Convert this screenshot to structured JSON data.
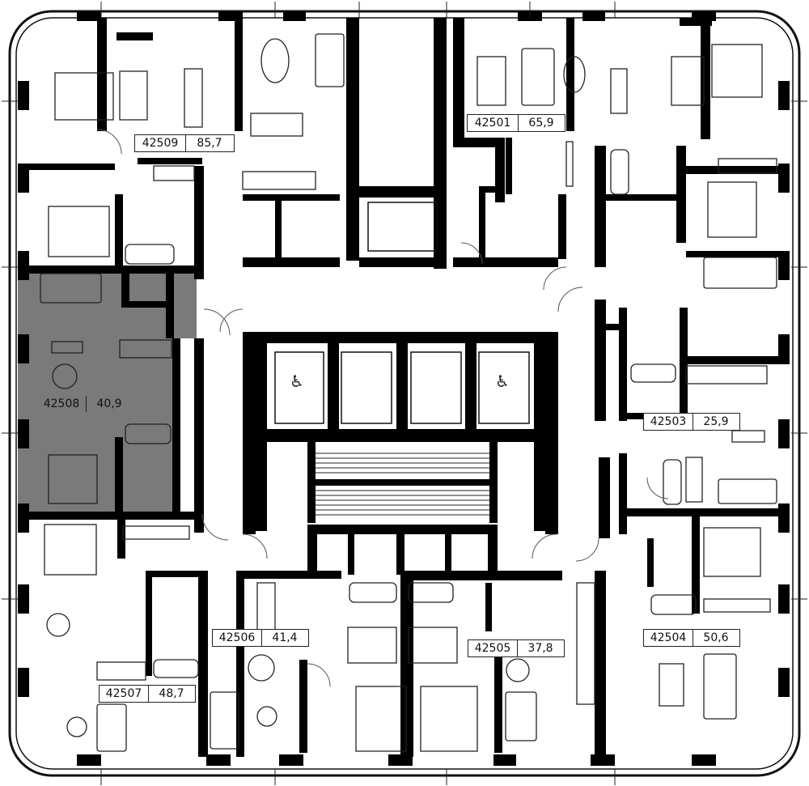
{
  "units": [
    {
      "id": "42501",
      "area": "65,9",
      "selected": false
    },
    {
      "id": "42503",
      "area": "25,9",
      "selected": false
    },
    {
      "id": "42504",
      "area": "50,6",
      "selected": false
    },
    {
      "id": "42505",
      "area": "37,8",
      "selected": false
    },
    {
      "id": "42506",
      "area": "41,4",
      "selected": false
    },
    {
      "id": "42507",
      "area": "48,7",
      "selected": false
    },
    {
      "id": "42508",
      "area": "40,9",
      "selected": true
    },
    {
      "id": "42509",
      "area": "85,7",
      "selected": false
    }
  ],
  "colors": {
    "wall": "#000000",
    "selected_unit": "#7a7a7a",
    "background": "#ffffff",
    "furniture": "#222222"
  }
}
